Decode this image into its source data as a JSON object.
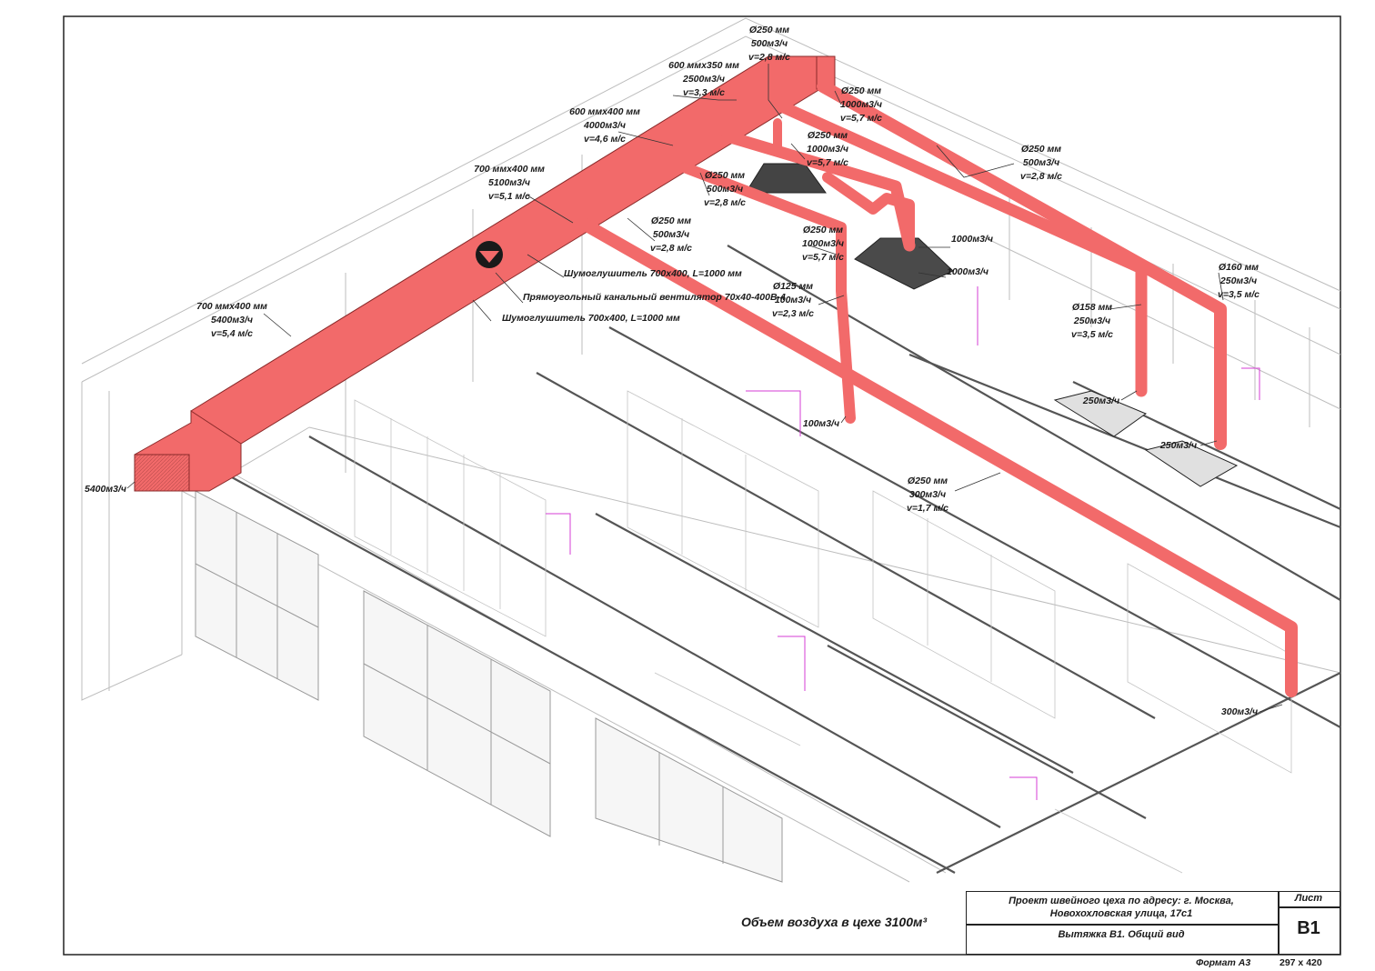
{
  "drawing": {
    "volume_note": "Объем воздуха в цехе 3100м³",
    "duct_color": "#f26a6a",
    "annotations": [
      [
        "Ø250 мм",
        "500м3/ч",
        "v=2,8 м/с"
      ],
      [
        "600 ммх350 мм",
        "2500м3/ч",
        "v=3,3 м/с"
      ],
      [
        "Ø250 мм",
        "1000м3/ч",
        "v=5,7 м/с"
      ],
      [
        "600 ммх400 мм",
        "4000м3/ч",
        "v=4,6 м/с"
      ],
      [
        "Ø250 мм",
        "1000м3/ч",
        "v=5,7 м/с"
      ],
      [
        "Ø250 мм",
        "500м3/ч",
        "v=2,8 м/с"
      ],
      [
        "700 ммх400 мм",
        "5100м3/ч",
        "v=5,1 м/с"
      ],
      [
        "Ø250 мм",
        "500м3/ч",
        "v=2,8 м/с"
      ],
      [
        "Ø250 мм",
        "500м3/ч",
        "v=2,8 м/с"
      ],
      [
        "Ø250 мм",
        "1000м3/ч",
        "v=5,7 м/с"
      ],
      [
        "1000м3/ч"
      ],
      [
        "1000м3/ч"
      ],
      [
        "Шумоглушитель 700х400, L=1000 мм"
      ],
      [
        "Прямоугольный канальный вентилятор 70х40-400В-4"
      ],
      [
        "Шумоглушитель 700х400, L=1000 мм"
      ],
      [
        "700 ммх400 мм",
        "5400м3/ч",
        "v=5,4 м/с"
      ],
      [
        "Ø125 мм",
        "100м3/ч",
        "v=2,3 м/с"
      ],
      [
        "Ø160 мм",
        "250м3/ч",
        "v=3,5 м/с"
      ],
      [
        "Ø158 мм",
        "250м3/ч",
        "v=3,5 м/с"
      ],
      [
        "250м3/ч"
      ],
      [
        "250м3/ч"
      ],
      [
        "100м3/ч"
      ],
      [
        "Ø250 мм",
        "300м3/ч",
        "v=1,7 м/с"
      ],
      [
        "5400м3/ч"
      ],
      [
        "300м3/ч"
      ]
    ]
  },
  "title_block": {
    "project": "Проект швейного цеха по адресу: г. Москва, Новохохловская улица, 17с1",
    "sheet_label": "Лист",
    "sheet_number": "В1",
    "drawing_name": "Вытяжка В1. Общий вид",
    "format_label": "Формат А3",
    "format_size": "297 х 420"
  }
}
